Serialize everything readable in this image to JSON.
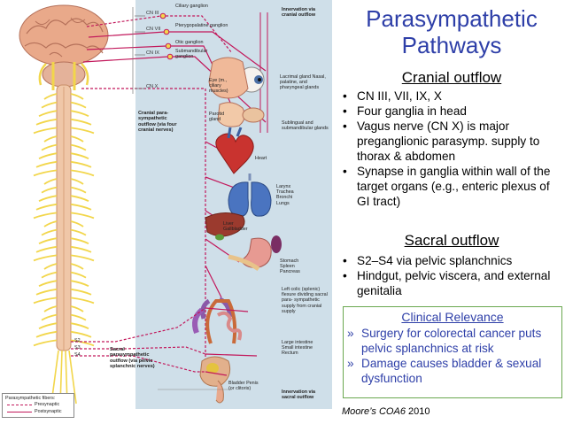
{
  "title": {
    "line1": "Parasympathetic",
    "line2": "Pathways"
  },
  "cranial": {
    "heading": "Cranial outflow",
    "bullets": [
      "CN III, VII, IX, X",
      "Four ganglia in head",
      "Vagus nerve (CN X) is major preganglionic parasymp. supply to thorax & abdomen",
      "Synapse in ganglia within wall of the target organs (e.g., enteric plexus of GI tract)"
    ]
  },
  "sacral": {
    "heading": "Sacral outflow",
    "bullets": [
      "S2–S4 via pelvic splanchnics",
      "Hindgut, pelvic viscera, and external genitalia"
    ]
  },
  "clinical": {
    "title": "Clinical Relevance",
    "items": [
      "Surgery for colorectal cancer puts pelvic splanchnics at risk",
      "Damage causes bladder & sexual dysfunction"
    ],
    "marker": "»"
  },
  "bullet_marker": "•",
  "citation": {
    "source": "Moore’s COA6",
    "year": "2010"
  },
  "figure": {
    "cranial_nerves": [
      "CN III",
      "CN VII",
      "CN IX",
      "CN X"
    ],
    "ganglia": [
      "Ciliary ganglion",
      "Pterygopalatine ganglion",
      "Otic ganglion",
      "Submandibular ganglion"
    ],
    "innervation_cranial": "Innervation via cranial outflow",
    "innervation_sacral": "Innervation via sacral outflow",
    "organs": {
      "eye": "Eye (m., ciliary muscles)",
      "lacrimal": "Lacrimal gland Nasal, palatine, and pharyngeal glands",
      "parotid": "Parotid gland",
      "sublingual": "Sublingual and submandibular glands",
      "heart": "Heart",
      "larynx": "Larynx Trachea Bronchi Lungs",
      "liver": "Liver Gallbladder",
      "stomach": "Stomach Spleen Pancreas",
      "colic": "Left colic (splenic) flexure dividing sacral para- sympathetic supply from cranial supply",
      "intestine": "Large intestine Small intestine Rectum",
      "bladder": "Bladder Penis (or clitoris)"
    },
    "cranial_outflow_label": "Cranial para- sympathetic outflow (via four cranial nerves)",
    "sacral_outflow_label": "Sacral parasympathetic outflow (via pelvic splanchnic nerves)",
    "spinal_levels": [
      "S2",
      "S3",
      "S4"
    ],
    "legend": {
      "title": "Parasympathetic fibers:",
      "pre": "Presynaptic",
      "post": "Postsynaptic"
    },
    "colors": {
      "fiber": "#c2185b",
      "panel": "#cfdfe9",
      "nerve": "#f2d64b",
      "title": "#2e3fa8",
      "box": "#6aa84f"
    }
  }
}
